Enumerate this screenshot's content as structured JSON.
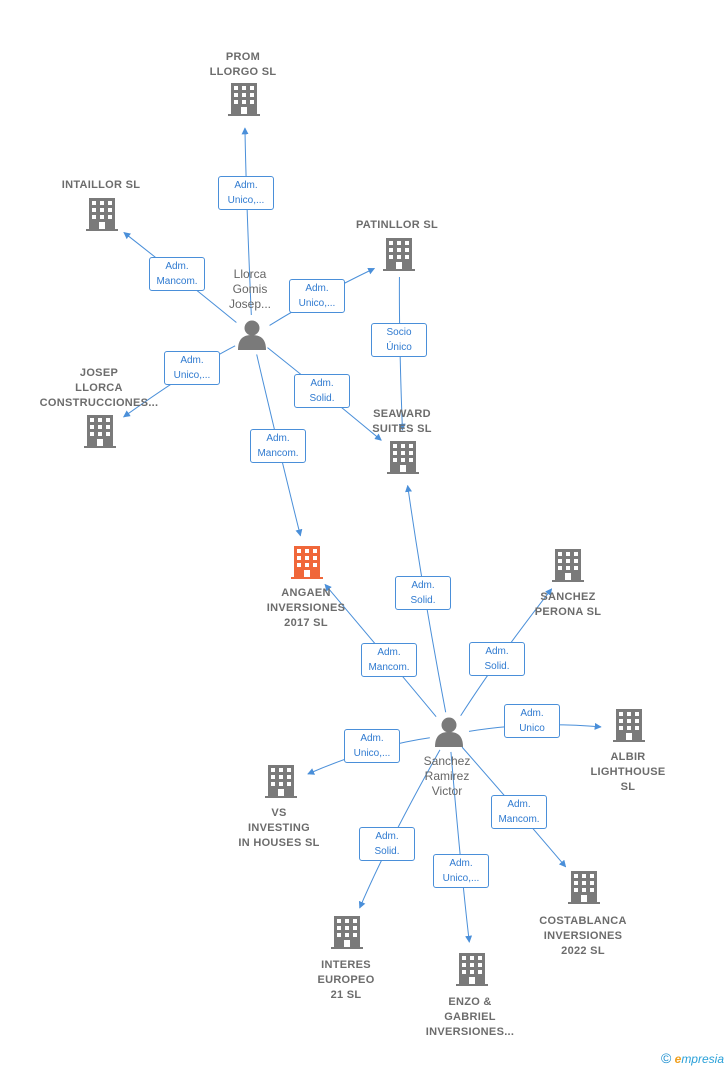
{
  "colors": {
    "company": "#7a7a7a",
    "focus": "#f0673a",
    "person": "#7a7a7a",
    "edge": "#4a8fd9"
  },
  "nodes": [
    {
      "id": "prom",
      "kind": "company",
      "label": "PROM\nLLORGO SL"
    },
    {
      "id": "intaillor",
      "kind": "company",
      "label": "INTAILLOR  SL"
    },
    {
      "id": "patinllor",
      "kind": "company",
      "label": "PATINLLOR  SL"
    },
    {
      "id": "llorca",
      "kind": "person",
      "label": "Llorca\nGomis\nJosep..."
    },
    {
      "id": "josep",
      "kind": "company",
      "label": "JOSEP\nLLORCA\nCONSTRUCCIONES..."
    },
    {
      "id": "seaward",
      "kind": "company",
      "label": "SEAWARD\nSUITES  SL"
    },
    {
      "id": "angaen",
      "kind": "company",
      "focus": true,
      "label": "ANGAEN\nINVERSIONES\n2017  SL"
    },
    {
      "id": "sanchez_perona",
      "kind": "company",
      "label": "SANCHEZ\nPERONA  SL"
    },
    {
      "id": "sanchez",
      "kind": "person",
      "label": "Sanchez\nRamirez\nVictor"
    },
    {
      "id": "albir",
      "kind": "company",
      "label": "ALBIR\nLIGHTHOUSE\nSL"
    },
    {
      "id": "vs",
      "kind": "company",
      "label": "VS\nINVESTING\nIN HOUSES  SL"
    },
    {
      "id": "costablanca",
      "kind": "company",
      "label": "COSTABLANCA\nINVERSIONES\n2022  SL"
    },
    {
      "id": "interes",
      "kind": "company",
      "label": "INTERES\nEUROPEO\n21  SL"
    },
    {
      "id": "enzo",
      "kind": "company",
      "label": "ENZO &\nGABRIEL\nINVERSIONES..."
    }
  ],
  "edges": [
    {
      "from": "llorca",
      "to": "prom",
      "label": "Adm.\nUnico,..."
    },
    {
      "from": "llorca",
      "to": "intaillor",
      "label": "Adm.\nMancom."
    },
    {
      "from": "llorca",
      "to": "patinllor",
      "label": "Adm.\nUnico,..."
    },
    {
      "from": "llorca",
      "to": "josep",
      "label": "Adm.\nUnico,..."
    },
    {
      "from": "llorca",
      "to": "seaward",
      "label": "Adm.\nSolid."
    },
    {
      "from": "llorca",
      "to": "angaen",
      "label": "Adm.\nMancom."
    },
    {
      "from": "patinllor",
      "to": "seaward",
      "label": "Socio\nÚnico"
    },
    {
      "from": "sanchez",
      "to": "seaward",
      "label": "Adm.\nSolid."
    },
    {
      "from": "sanchez",
      "to": "angaen",
      "label": "Adm.\nMancom."
    },
    {
      "from": "sanchez",
      "to": "sanchez_perona",
      "label": "Adm.\nSolid."
    },
    {
      "from": "sanchez",
      "to": "albir",
      "label": "Adm.\nUnico"
    },
    {
      "from": "sanchez",
      "to": "vs",
      "label": "Adm.\nUnico,..."
    },
    {
      "from": "sanchez",
      "to": "costablanca",
      "label": "Adm.\nMancom."
    },
    {
      "from": "sanchez",
      "to": "interes",
      "label": "Adm.\nSolid."
    },
    {
      "from": "sanchez",
      "to": "enzo",
      "label": "Adm.\nUnico,..."
    }
  ],
  "footer": {
    "copyright": "©",
    "brand_initial": "e",
    "brand_rest": "mpresia"
  }
}
